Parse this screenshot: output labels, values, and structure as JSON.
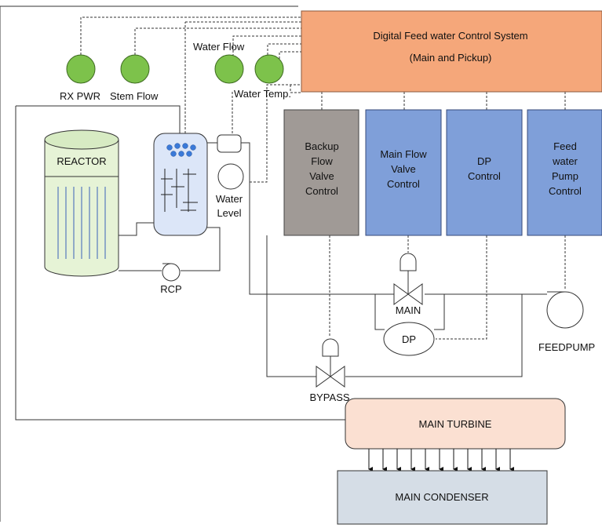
{
  "sensors": {
    "rx_pwr": "RX PWR",
    "stem_flow": "Stem Flow",
    "water_flow": "Water Flow",
    "water_temp": "Water Temp."
  },
  "control_system": {
    "title": "Digital Feed water Control System",
    "subtitle": "(Main and Pickup)"
  },
  "controllers": {
    "backup": [
      "Backup",
      "Flow",
      "Valve",
      "Control"
    ],
    "main_flow": [
      "Main Flow",
      "Valve",
      "Control"
    ],
    "dp": [
      "DP",
      "Control"
    ],
    "feedwater_pump": [
      "Feed",
      "water",
      "Pump",
      "Control"
    ]
  },
  "components": {
    "reactor": "REACTOR",
    "water_level": [
      "Water",
      "Level"
    ],
    "rcp": "RCP",
    "main_valve": "MAIN",
    "dp": "DP",
    "feedpump": "FEEDPUMP",
    "bypass": "BYPASS",
    "main_turbine": "MAIN TURBINE",
    "main_condenser": "MAIN CONDENSER"
  },
  "colors": {
    "sensor_green": "#7dc24b",
    "control_system_orange": "#f5a77a",
    "backup_gray": "#a09a96",
    "controller_blue": "#7f9fd9",
    "reactor_green": "#e6f3d6",
    "steam_gen_blue": "#dce6f8",
    "turbine_peach": "#fbe0d2",
    "condenser_gray": "#d5dde6"
  }
}
